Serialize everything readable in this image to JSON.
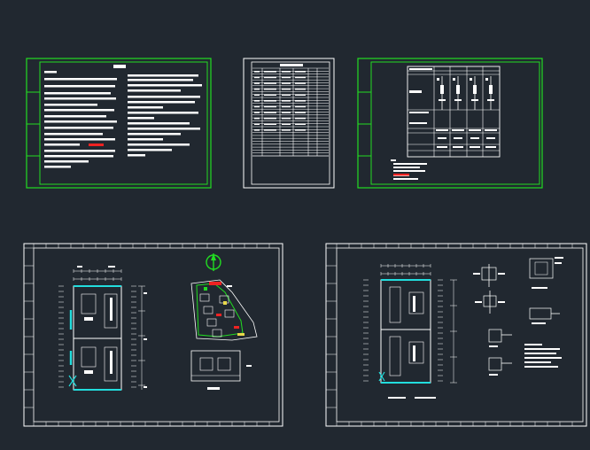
{
  "viewport": {
    "background": "#212830"
  },
  "colors": {
    "sheet_frame": "#ffffff",
    "green_border": "#22dd22",
    "cyan": "#22dddd",
    "red": "#ee2222",
    "yellow": "#e8d84a",
    "text": "#ffffff"
  },
  "sheets": [
    {
      "name": "sheet-design-notes",
      "type": "notes"
    },
    {
      "name": "sheet-material-table",
      "type": "table"
    },
    {
      "name": "sheet-system-diagram",
      "type": "system"
    },
    {
      "name": "sheet-floor-plan-site",
      "type": "plan"
    },
    {
      "name": "sheet-floor-plan-details",
      "type": "details"
    }
  ],
  "icons": {
    "north_arrow": "north-arrow-icon"
  }
}
